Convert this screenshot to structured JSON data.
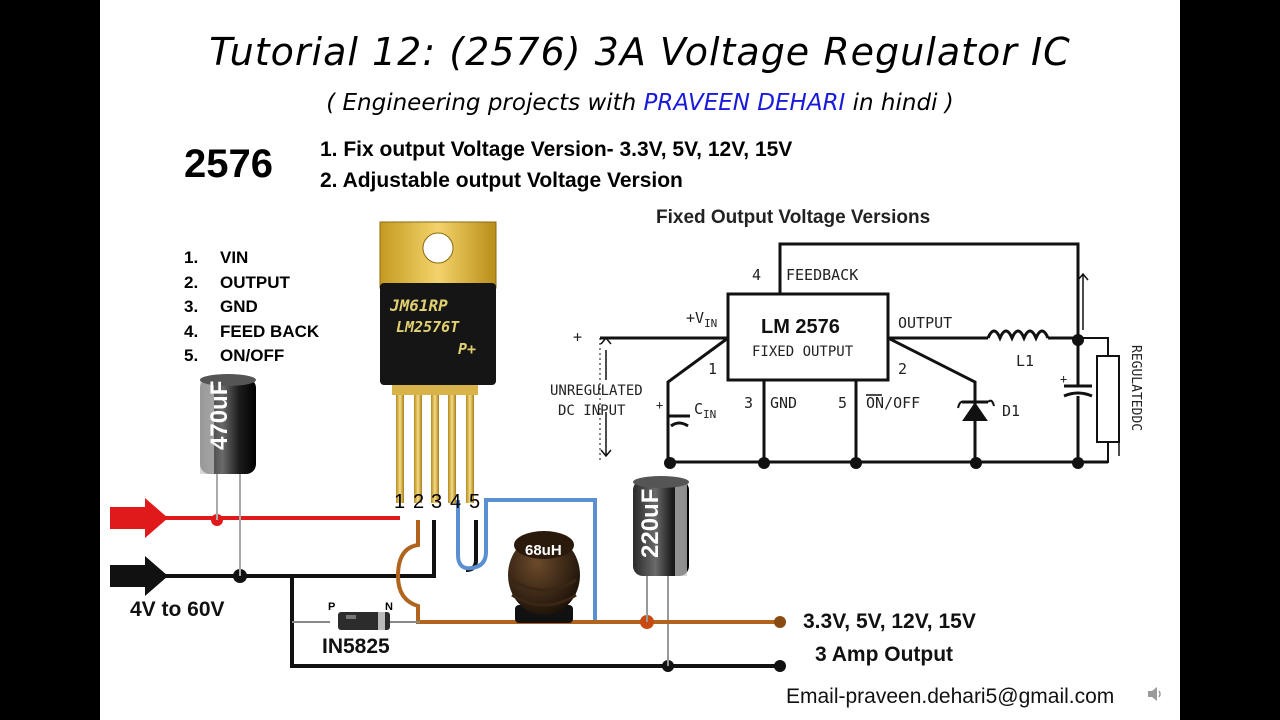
{
  "slide": {
    "title": "Tutorial 12: (2576) 3A Voltage Regulator IC",
    "subtitle_prefix": "( Engineering projects with ",
    "subtitle_highlight": "PRAVEEN DEHARI",
    "subtitle_suffix": " in hindi )",
    "chip_number": "2576",
    "versions": [
      "1. Fix output Voltage Version- 3.3V, 5V, 12V, 15V",
      "2. Adjustable output Voltage Version"
    ],
    "pins": [
      {
        "num": "1.",
        "name": "VIN"
      },
      {
        "num": "2.",
        "name": "OUTPUT"
      },
      {
        "num": "3.",
        "name": "GND"
      },
      {
        "num": "4.",
        "name": "FEED BACK"
      },
      {
        "num": "5.",
        "name": "ON/OFF"
      }
    ]
  },
  "components": {
    "ic_marking": [
      "JM61RP",
      "LM2576T",
      "P+"
    ],
    "pin_numbers": [
      "1",
      "2",
      "3",
      "4",
      "5"
    ],
    "cap_in": "470uF",
    "cap_out": "220uF",
    "inductor": "68uH",
    "diode": "IN5825",
    "diode_p": "P",
    "diode_n": "N",
    "input_range": "4V to 60V",
    "output_voltages": "3.3V, 5V, 12V, 15V",
    "output_current": "3 Amp  Output"
  },
  "schematic": {
    "heading": "Fixed Output Voltage Versions",
    "ic_name": "LM 2576",
    "ic_sub": "FIXED OUTPUT",
    "pin4": "4",
    "feedback": "FEEDBACK",
    "vin_label": "+V",
    "vin_sub": "IN",
    "output": "OUTPUT",
    "pin1": "1",
    "pin2": "2",
    "pin3": "3",
    "gnd": "GND",
    "pin5": "5",
    "onoff_on": "ON",
    "onoff_off": "/OFF",
    "l1": "L1",
    "d1": "D1",
    "cin": "C",
    "cin_sub": "IN",
    "plus": "+",
    "unreg1": "UNREGULATED",
    "unreg2": "DC INPUT",
    "regulated": "REGULATEDDC"
  },
  "footer": {
    "email": "Email-praveen.dehari5@gmail.com"
  }
}
